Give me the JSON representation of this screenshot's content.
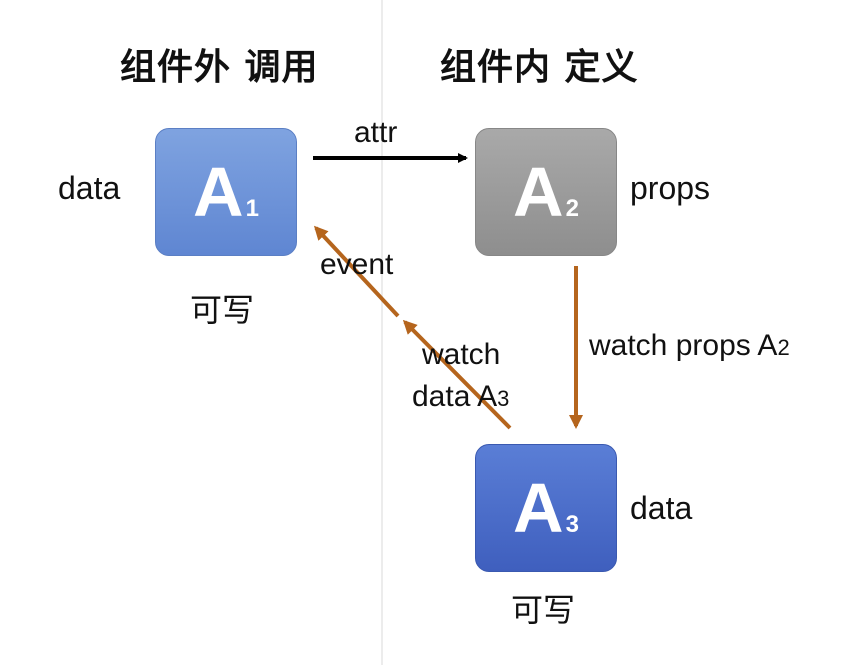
{
  "headings": {
    "outside": "组件外 调用",
    "inside": "组件内 定义"
  },
  "nodes": {
    "a1": {
      "letter": "A",
      "sub": "1",
      "side_label": "data",
      "below_label": "可写"
    },
    "a2": {
      "letter": "A",
      "sub": "2",
      "side_label": "props"
    },
    "a3": {
      "letter": "A",
      "sub": "3",
      "side_label": "data",
      "below_label": "可写"
    }
  },
  "edges": {
    "attr": "attr",
    "watch_props": {
      "text": "watch props A",
      "sub": "2"
    },
    "watch_data": {
      "line1": "watch",
      "line2": "data A",
      "sub": "3"
    },
    "event": "event"
  },
  "colors": {
    "a1": "#6b91d8",
    "a2": "#9c9c9c",
    "a3": "#4a6bc8",
    "arrow_black": "#000000",
    "arrow_brown": "#b5651d"
  }
}
